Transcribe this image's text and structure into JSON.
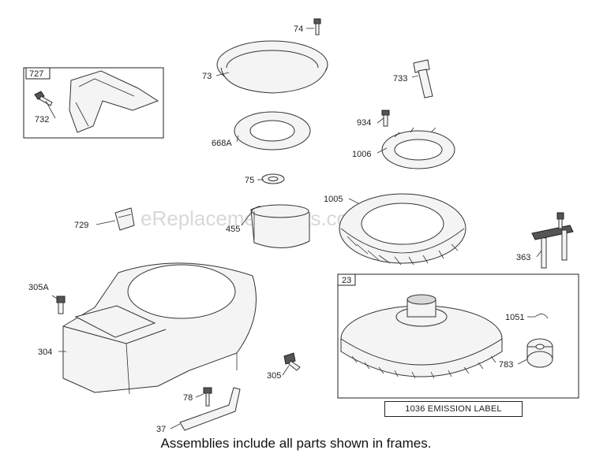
{
  "watermark": "eReplacementParts.com",
  "callouts": {
    "p74": "74",
    "p73": "73",
    "p733": "733",
    "p727": "727",
    "p732": "732",
    "p934": "934",
    "p668a": "668A",
    "p1006": "1006",
    "p75": "75",
    "p1005": "1005",
    "p729": "729",
    "p455": "455",
    "p363": "363",
    "p305a": "305A",
    "p23": "23",
    "p1051": "1051",
    "p304": "304",
    "p305": "305",
    "p783": "783",
    "p78": "78",
    "p37": "37"
  },
  "emission_label": "1036 EMISSION LABEL",
  "caption": "Assemblies include all parts shown in frames."
}
